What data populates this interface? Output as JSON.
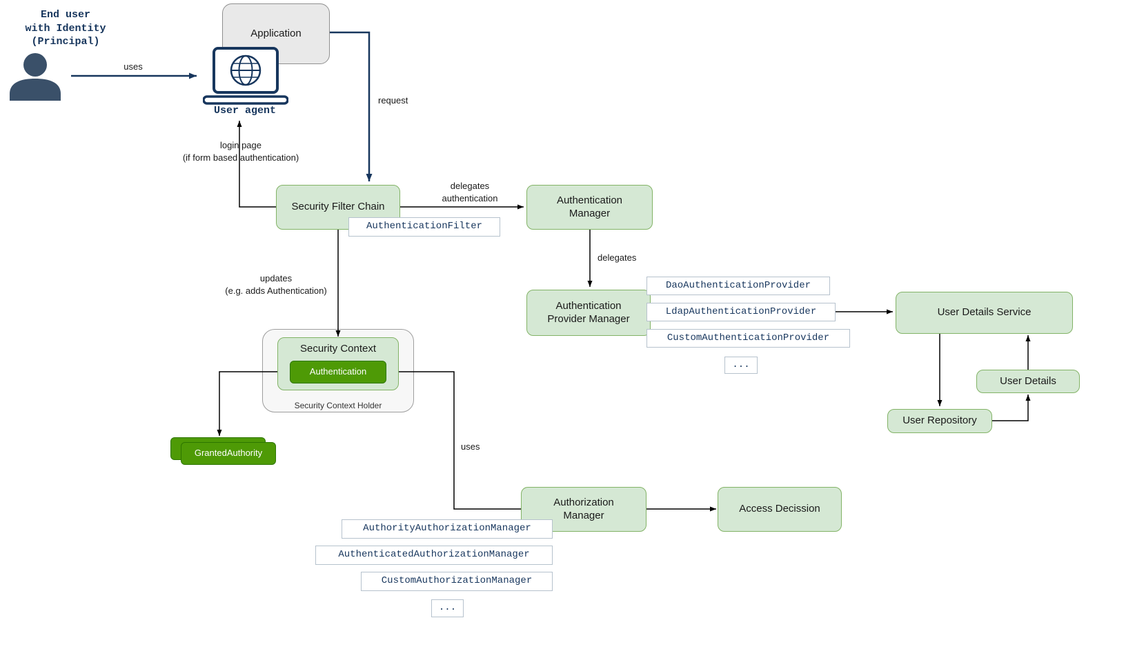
{
  "colors": {
    "node_green_fill": "#d5e8d4",
    "node_green_border": "#82b366",
    "node_dark_green_fill": "#4e9a06",
    "node_dark_green_border": "#2d7600",
    "application_gray_fill": "#e9e9e9",
    "navy_text_and_arrows": "#17365d",
    "black_arrows": "#000000",
    "holder_fill": "#f7f7f7"
  },
  "icons": {
    "end_user": "person-icon",
    "user_agent": "laptop-globe-icon"
  },
  "nodes": {
    "end_user": "End user\nwith Identity\n(Principal)",
    "user_agent": "User agent",
    "application": "Application",
    "security_filter_chain": "Security Filter Chain",
    "authentication_filter": "AuthenticationFilter",
    "authentication_manager": "Authentication\nManager",
    "authentication_provider_manager": "Authentication\nProvider Manager",
    "dao_authentication_provider": "DaoAuthenticationProvider",
    "ldap_authentication_provider": "LdapAuthenticationProvider",
    "custom_authentication_provider": "CustomAuthenticationProvider",
    "providers_ellipsis": "...",
    "user_details_service": "User Details Service",
    "user_details": "User Details",
    "user_repository": "User Repository",
    "security_context": "Security Context",
    "authentication": "Authentication",
    "security_context_holder": "Security Context Holder",
    "granted_authority": "GrantedAuthority",
    "authorization_manager": "Authorization\nManager",
    "authority_authorization_manager": "AuthorityAuthorizationManager",
    "authenticated_authorization_manager": "AuthenticatedAuthorizationManager",
    "custom_authorization_manager": "CustomAuthorizationManager",
    "authorization_ellipsis": "...",
    "access_decision": "Access Decission"
  },
  "edges": {
    "uses_top": "uses",
    "request": "request",
    "login_page": "login page\n(if form based authentication)",
    "delegates_authentication": "delegates\nauthentication",
    "delegates": "delegates",
    "updates": "updates\n(e.g. adds Authentication)",
    "uses_bottom": "uses"
  }
}
